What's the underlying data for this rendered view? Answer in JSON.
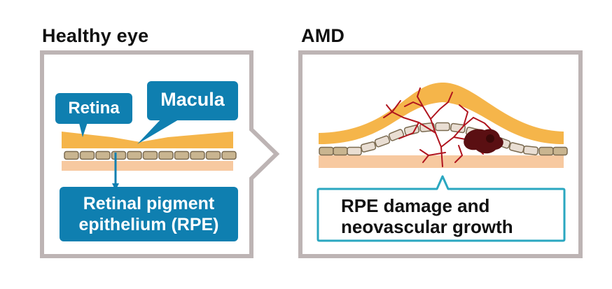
{
  "panels": {
    "healthy": {
      "title": "Healthy eye",
      "labels": {
        "retina": "Retina",
        "macula": "Macula",
        "rpe_line1": "Retinal pigment",
        "rpe_line2": "epithelium (RPE)"
      }
    },
    "amd": {
      "title": "AMD",
      "labels": {
        "line1": "RPE damage and",
        "line2": "neovascular growth"
      }
    }
  },
  "colors": {
    "frame": "#bdb4b4",
    "callout": "#0f7fb0",
    "callout_outline": "#2aa7c0",
    "retina": "#f5b54a",
    "epithelium_base": "#f7c9a0",
    "rpe_cell": "#c9b590",
    "rpe_cell_damaged": "#e9ded3",
    "vessel": "#b0141e",
    "hemorrhage": "#5a0f12"
  }
}
